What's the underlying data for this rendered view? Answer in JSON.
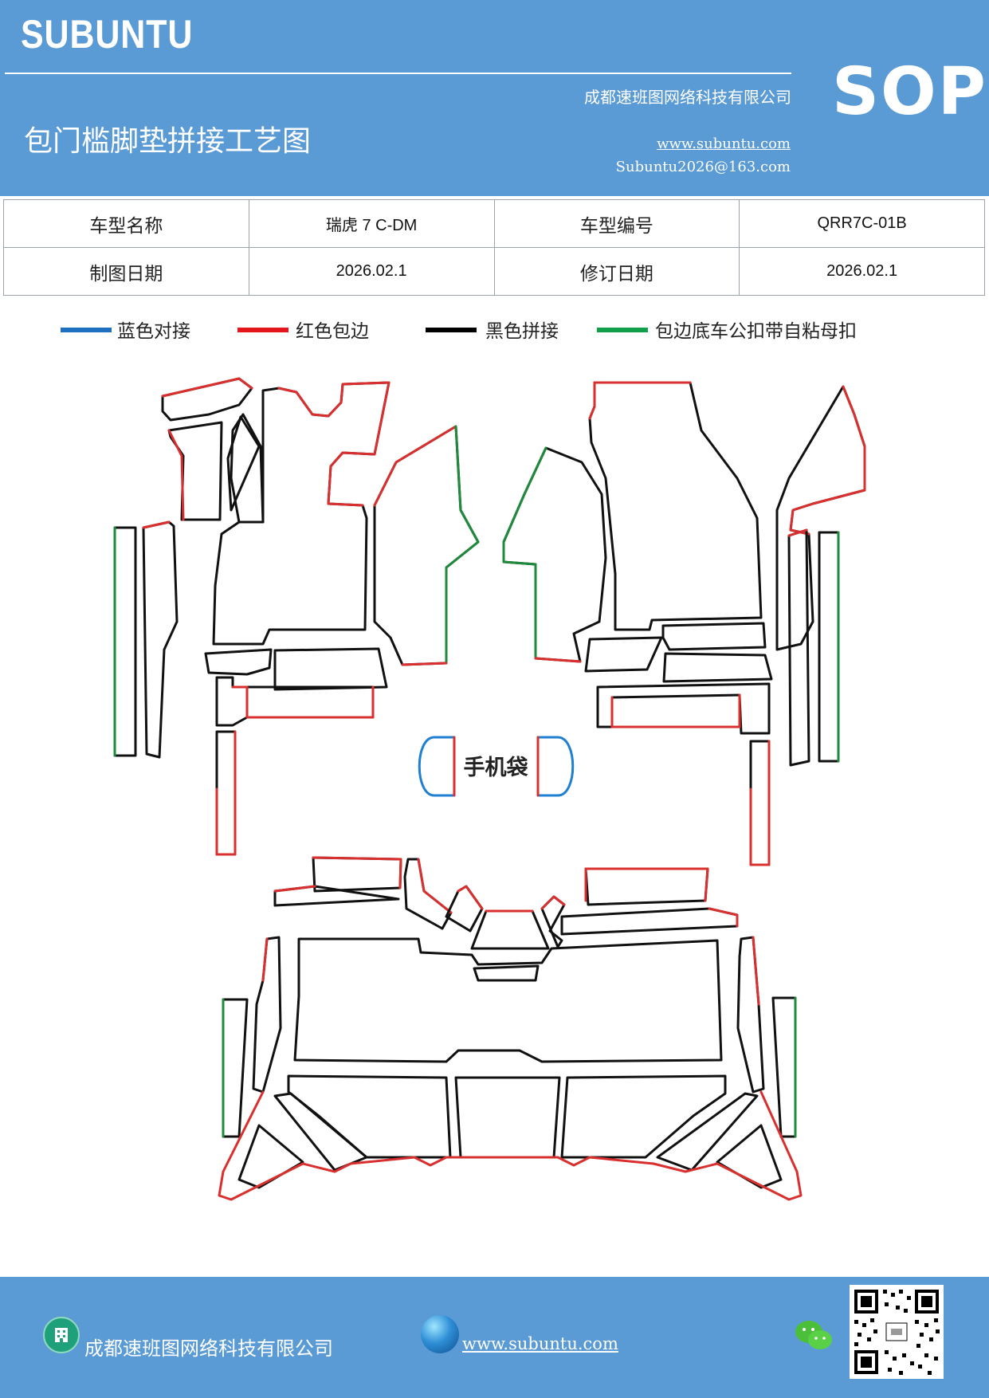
{
  "header": {
    "brand": "SUBUNTU",
    "company": "成都速班图网络科技有限公司",
    "title": "包门槛脚垫拼接工艺图",
    "website": "www.subuntu.com",
    "email": "Subuntu2026@163.com",
    "badge": "SOP"
  },
  "info_table": {
    "model_name_label": "车型名称",
    "model_name_value": "瑞虎 7 C-DM",
    "model_code_label": "车型编号",
    "model_code_value": "QRR7C-01B",
    "draw_date_label": "制图日期",
    "draw_date_value": "2026.02.1",
    "revise_date_label": "修订日期",
    "revise_date_value": "2026.02.1"
  },
  "legend": [
    {
      "label": "蓝色对接",
      "color": "#1f6fc0"
    },
    {
      "label": "红色包边",
      "color": "#e3161b"
    },
    {
      "label": "黑色拼接",
      "color": "#000000"
    },
    {
      "label": "包边底车公扣带自粘母扣",
      "color": "#11a04a"
    }
  ],
  "drawing": {
    "phone_pocket_label": "手机袋",
    "colors": {
      "black": "#111111",
      "red": "#d9302f",
      "green": "#1e8a3c",
      "blue": "#1f7fd0"
    }
  },
  "footer": {
    "company": "成都速班图网络科技有限公司",
    "website": "www.subuntu.com",
    "icons": [
      "building-icon",
      "globe-icon",
      "wechat-icon",
      "qr-code"
    ]
  }
}
